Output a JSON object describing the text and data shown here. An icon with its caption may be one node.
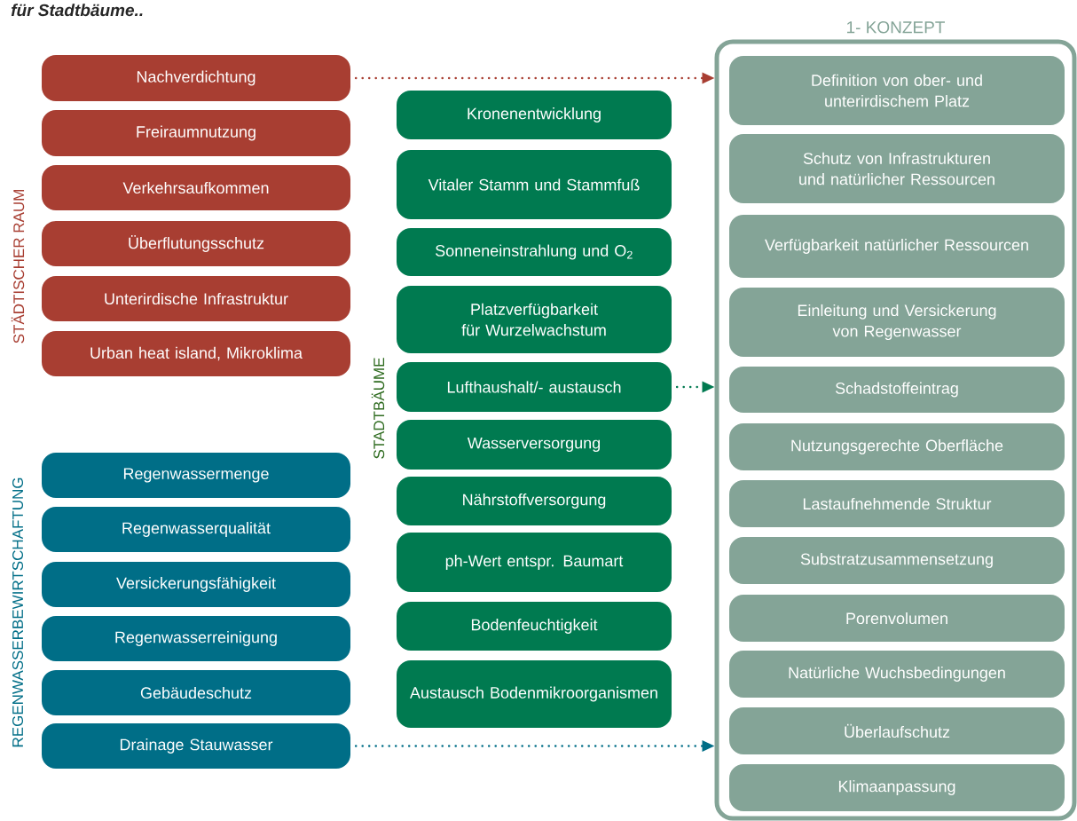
{
  "diagram": {
    "title": "für Stadtbäume..",
    "nodes": [
      {
        "text": [
          "Nachverdichtung"
        ]
      },
      {
        "text": [
          "Freiraumnutzung"
        ]
      },
      {
        "text": [
          "Verkehrsaufkommen"
        ]
      },
      {
        "text": [
          "Überflutungsschutz"
        ]
      },
      {
        "text": [
          "Unterirdische Infrastruktur"
        ]
      },
      {
        "text": [
          "Urban heat island, Mikroklima"
        ]
      },
      {
        "text": [
          "Regenwassermenge"
        ]
      },
      {
        "text": [
          "Regenwasserqualität"
        ]
      },
      {
        "text": [
          "Versickerungsfähigkeit"
        ]
      },
      {
        "text": [
          "Regenwasserreinigung"
        ]
      },
      {
        "text": [
          "Gebäudeschutz"
        ]
      },
      {
        "text": [
          "Drainage Stauwasser"
        ]
      },
      {
        "text": [
          "Kronenentwicklung"
        ]
      },
      {
        "text": [
          "Vitaler Stamm und Stammfuß"
        ]
      },
      {
        "text": [
          "Sonneneinstrahlung und O$_{2}$"
        ]
      },
      {
        "text": [
          "Platzverfügbarkeit für Wurzelwachstum"
        ]
      },
      {
        "text": [
          "Lufthaushalt/- austausch"
        ]
      },
      {
        "text": [
          "Wasserversorgung"
        ]
      },
      {
        "text": [
          "Nährstoffversorgung"
        ]
      },
      {
        "text": [
          "ph-Wert entspr. Baumart"
        ]
      },
      {
        "text": [
          "Bodenfeuchtigkeit"
        ]
      },
      {
        "text": [
          "Austausch Bodenmikroorganismen"
        ]
      },
      {
        "text": [
          "1- KONZEPT"
        ]
      },
      {
        "text": [
          "Definition von ober- und unterirdischem Platz"
        ],
        "in": 22
      },
      {
        "text": [
          "Schutz von Infrastrukturen und natürlicher Ressourcen"
        ],
        "in": 22
      },
      {
        "text": [
          "Verfügbarkeit natürlicher Ressourcen"
        ],
        "in": 22
      },
      {
        "text": [
          "Einleitung und Versickerung von Regenwasser"
        ],
        "in": 22
      },
      {
        "text": [
          "Schadstoffeintrag"
        ],
        "in": 22
      },
      {
        "text": [
          "Nutzungsgerechte Oberfläche"
        ],
        "in": 22
      },
      {
        "text": [
          "Lastaufnehmende Struktur"
        ],
        "in": 22
      },
      {
        "text": [
          "Substratzusammensetzung"
        ],
        "in": 22
      },
      {
        "text": [
          "Porenvolumen"
        ],
        "in": 22
      },
      {
        "text": [
          "Natürliche Wuchsbedingungen"
        ],
        "in": 22
      },
      {
        "text": [
          "Überlaufschutz"
        ],
        "in": 22
      },
      {
        "text": [
          "Klimaanpassung"
        ],
        "in": 22
      }
    ],
    "edges": [
      {
        "from": 0,
        "to": 22,
        "arrow": "to",
        "color": "#a83e32"
      },
      {
        "from": 16,
        "to": 22,
        "arrow": "to",
        "color": "#007a50"
      },
      {
        "from": 11,
        "to": 22,
        "arrow": "to",
        "color": "#006e87"
      }
    ],
    "labels": [
      "STÄDTISCHER RAUM",
      "STADTBÄUME",
      "REGENWASSERBEWIRTSCHAFTUNG"
    ]
  }
}
